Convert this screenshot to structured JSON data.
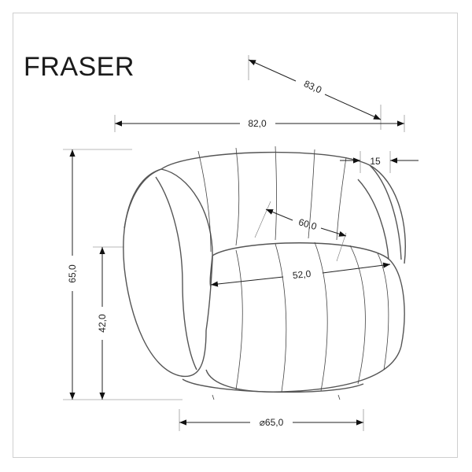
{
  "title": "FRASER",
  "dimensions": {
    "depth_diagonal": "83,0",
    "width": "82,0",
    "back_thickness": "15",
    "seat_depth": "60,0",
    "seat_width": "52,0",
    "total_height": "65,0",
    "seat_height": "42,0",
    "base_diameter": "⌀65,0"
  }
}
